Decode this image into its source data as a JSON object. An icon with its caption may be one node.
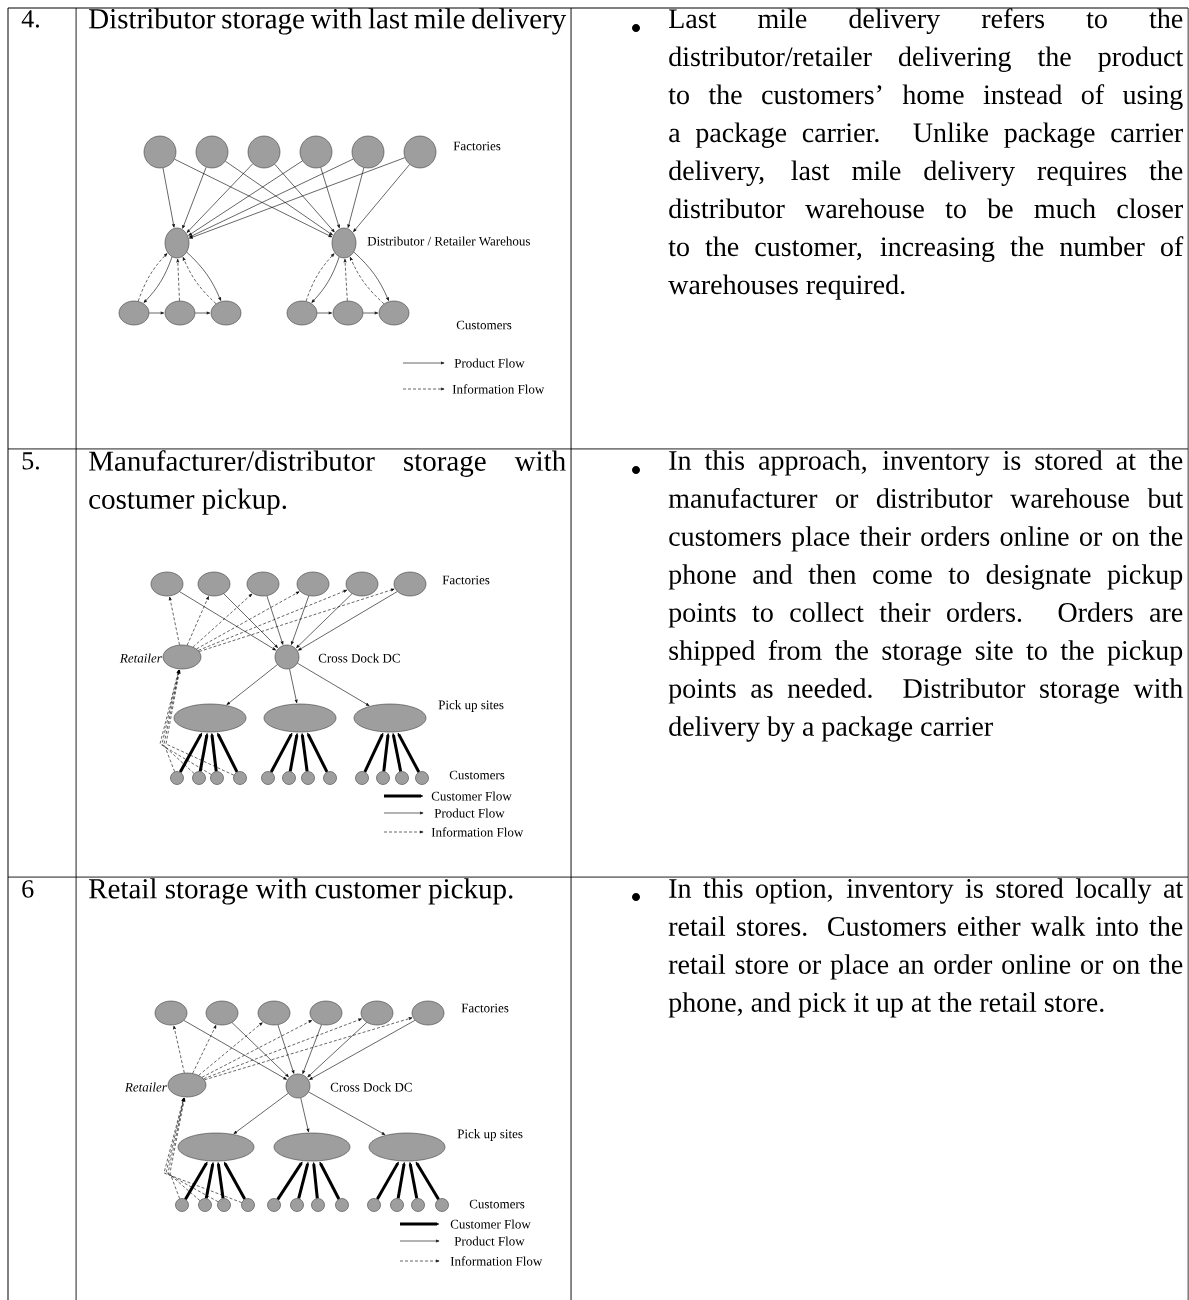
{
  "diagram": {
    "nodes": [
      {
        "text": [],
        "shape": "ellipse"
      },
      {
        "text": [],
        "shape": "ellipse"
      },
      {
        "text": [],
        "shape": "ellipse"
      },
      {
        "text": [],
        "shape": "ellipse"
      },
      {
        "text": [],
        "shape": "ellipse"
      },
      {
        "text": [],
        "shape": "ellipse"
      },
      {
        "text": [],
        "shape": "ellipse"
      },
      {
        "text": [],
        "shape": "ellipse",
        "beside": [
          "Distributor / Retailer Warehous"
        ]
      },
      {
        "text": [],
        "shape": "ellipse"
      },
      {
        "text": [],
        "shape": "ellipse"
      },
      {
        "text": [],
        "shape": "ellipse"
      },
      {
        "text": [],
        "shape": "ellipse"
      },
      {
        "text": [],
        "shape": "ellipse"
      },
      {
        "text": [],
        "shape": "ellipse"
      },
      {
        "text": [],
        "shape": "ellipse"
      },
      {
        "text": [],
        "shape": "ellipse"
      },
      {
        "text": [],
        "shape": "ellipse"
      },
      {
        "text": [],
        "shape": "ellipse"
      },
      {
        "text": [],
        "shape": "ellipse"
      },
      {
        "text": [],
        "shape": "ellipse"
      },
      {
        "text": [],
        "shape": "ellipse",
        "beside": [
          "Retailer"
        ]
      },
      {
        "text": [],
        "shape": "circle",
        "beside": [
          "Cross Dock DC"
        ]
      },
      {
        "text": [],
        "shape": "ellipse"
      },
      {
        "text": [],
        "shape": "ellipse"
      },
      {
        "text": [],
        "shape": "ellipse"
      },
      {
        "text": [],
        "shape": "circle"
      },
      {
        "text": [],
        "shape": "circle"
      },
      {
        "text": [],
        "shape": "circle"
      },
      {
        "text": [],
        "shape": "circle"
      },
      {
        "text": [],
        "shape": "circle"
      },
      {
        "text": [],
        "shape": "circle"
      },
      {
        "text": [],
        "shape": "circle"
      },
      {
        "text": [],
        "shape": "circle"
      },
      {
        "text": [],
        "shape": "circle"
      },
      {
        "text": [],
        "shape": "circle"
      },
      {
        "text": [],
        "shape": "circle"
      },
      {
        "text": [],
        "shape": "circle"
      },
      {
        "text": [],
        "shape": "ellipse"
      },
      {
        "text": [],
        "shape": "ellipse"
      },
      {
        "text": [],
        "shape": "ellipse"
      },
      {
        "text": [],
        "shape": "ellipse"
      },
      {
        "text": [],
        "shape": "ellipse"
      },
      {
        "text": [],
        "shape": "ellipse"
      },
      {
        "text": [],
        "shape": "ellipse",
        "beside": [
          "Retailer"
        ]
      },
      {
        "text": [],
        "shape": "circle",
        "beside": [
          "Cross Dock DC"
        ]
      },
      {
        "text": [],
        "shape": "ellipse"
      },
      {
        "text": [],
        "shape": "ellipse"
      },
      {
        "text": [],
        "shape": "ellipse"
      },
      {
        "text": [],
        "shape": "circle"
      },
      {
        "text": [],
        "shape": "circle"
      },
      {
        "text": [],
        "shape": "circle"
      },
      {
        "text": [],
        "shape": "circle"
      },
      {
        "text": [],
        "shape": "circle"
      },
      {
        "text": [],
        "shape": "circle"
      },
      {
        "text": [],
        "shape": "circle"
      },
      {
        "text": [],
        "shape": "circle"
      },
      {
        "text": [],
        "shape": "circle"
      },
      {
        "text": [],
        "shape": "circle"
      },
      {
        "text": [],
        "shape": "circle"
      },
      {
        "text": [],
        "shape": "circle"
      }
    ],
    "edges": [
      {
        "from": 0,
        "to": 6,
        "arrow": "to"
      },
      {
        "from": 0,
        "to": 7,
        "arrow": "to"
      },
      {
        "from": 1,
        "to": 6,
        "arrow": "to"
      },
      {
        "from": 1,
        "to": 7,
        "arrow": "to"
      },
      {
        "from": 2,
        "to": 6,
        "arrow": "to"
      },
      {
        "from": 2,
        "to": 7,
        "arrow": "to"
      },
      {
        "from": 3,
        "to": 6,
        "arrow": "to"
      },
      {
        "from": 3,
        "to": 7,
        "arrow": "to"
      },
      {
        "from": 4,
        "to": 6,
        "arrow": "to"
      },
      {
        "from": 4,
        "to": 7,
        "arrow": "to"
      },
      {
        "from": 5,
        "to": 6,
        "arrow": "to"
      },
      {
        "from": 5,
        "to": 7,
        "arrow": "to"
      },
      {
        "from": 6,
        "to": 8,
        "arrow": "to"
      },
      {
        "from": 8,
        "to": 6,
        "arrow": "to",
        "style": "dashed"
      },
      {
        "from": 9,
        "to": 6,
        "arrow": "to",
        "style": "dashed"
      },
      {
        "from": 10,
        "to": 6,
        "arrow": "to",
        "style": "dashed"
      },
      {
        "from": 6,
        "to": 10,
        "arrow": "to"
      },
      {
        "from": 8,
        "to": 9,
        "arrow": "to"
      },
      {
        "from": 9,
        "to": 10,
        "arrow": "to"
      },
      {
        "from": 7,
        "to": 11,
        "arrow": "to"
      },
      {
        "from": 11,
        "to": 7,
        "arrow": "to",
        "style": "dashed"
      },
      {
        "from": 12,
        "to": 7,
        "arrow": "to",
        "style": "dashed"
      },
      {
        "from": 13,
        "to": 7,
        "arrow": "to",
        "style": "dashed"
      },
      {
        "from": 7,
        "to": 13,
        "arrow": "to"
      },
      {
        "from": 11,
        "to": 12,
        "arrow": "to"
      },
      {
        "from": 12,
        "to": 13,
        "arrow": "to"
      },
      {
        "from": 20,
        "to": 14,
        "arrow": "to",
        "style": "dashed"
      },
      {
        "from": 20,
        "to": 15,
        "arrow": "to",
        "style": "dashed"
      },
      {
        "from": 20,
        "to": 16,
        "arrow": "to",
        "style": "dashed"
      },
      {
        "from": 20,
        "to": 17,
        "arrow": "to",
        "style": "dashed"
      },
      {
        "from": 20,
        "to": 18,
        "arrow": "to",
        "style": "dashed"
      },
      {
        "from": 20,
        "to": 19,
        "arrow": "to",
        "style": "dashed"
      },
      {
        "from": 14,
        "to": 21,
        "arrow": "to"
      },
      {
        "from": 15,
        "to": 21,
        "arrow": "to"
      },
      {
        "from": 16,
        "to": 21,
        "arrow": "to"
      },
      {
        "from": 17,
        "to": 21,
        "arrow": "to"
      },
      {
        "from": 18,
        "to": 21,
        "arrow": "to"
      },
      {
        "from": 19,
        "to": 21,
        "arrow": "to"
      },
      {
        "from": 21,
        "to": 22,
        "arrow": "to"
      },
      {
        "from": 21,
        "to": 23,
        "arrow": "to"
      },
      {
        "from": 21,
        "to": 24,
        "arrow": "to"
      },
      {
        "from": 25,
        "to": 22,
        "arrow": "to",
        "style": "thick"
      },
      {
        "from": 26,
        "to": 22,
        "arrow": "to",
        "style": "thick"
      },
      {
        "from": 27,
        "to": 22,
        "arrow": "to",
        "style": "thick"
      },
      {
        "from": 28,
        "to": 22,
        "arrow": "to",
        "style": "thick"
      },
      {
        "from": 29,
        "to": 23,
        "arrow": "to",
        "style": "thick"
      },
      {
        "from": 30,
        "to": 23,
        "arrow": "to",
        "style": "thick"
      },
      {
        "from": 31,
        "to": 23,
        "arrow": "to",
        "style": "thick"
      },
      {
        "from": 32,
        "to": 23,
        "arrow": "to",
        "style": "thick"
      },
      {
        "from": 33,
        "to": 24,
        "arrow": "to",
        "style": "thick"
      },
      {
        "from": 34,
        "to": 24,
        "arrow": "to",
        "style": "thick"
      },
      {
        "from": 35,
        "to": 24,
        "arrow": "to",
        "style": "thick"
      },
      {
        "from": 36,
        "to": 24,
        "arrow": "to",
        "style": "thick"
      },
      {
        "from": 25,
        "to": 20,
        "arrow": "to",
        "style": "dashed"
      },
      {
        "from": 26,
        "to": 20,
        "arrow": "to",
        "style": "dashed"
      },
      {
        "from": 27,
        "to": 20,
        "arrow": "to",
        "style": "dashed"
      },
      {
        "from": 28,
        "to": 20,
        "arrow": "to",
        "style": "dashed"
      },
      {
        "from": 43,
        "to": 37,
        "arrow": "to",
        "style": "dashed"
      },
      {
        "from": 43,
        "to": 38,
        "arrow": "to",
        "style": "dashed"
      },
      {
        "from": 43,
        "to": 39,
        "arrow": "to",
        "style": "dashed"
      },
      {
        "from": 43,
        "to": 40,
        "arrow": "to",
        "style": "dashed"
      },
      {
        "from": 43,
        "to": 41,
        "arrow": "to",
        "style": "dashed"
      },
      {
        "from": 43,
        "to": 42,
        "arrow": "to",
        "style": "dashed"
      },
      {
        "from": 37,
        "to": 44,
        "arrow": "to"
      },
      {
        "from": 38,
        "to": 44,
        "arrow": "to"
      },
      {
        "from": 39,
        "to": 44,
        "arrow": "to"
      },
      {
        "from": 40,
        "to": 44,
        "arrow": "to"
      },
      {
        "from": 41,
        "to": 44,
        "arrow": "to"
      },
      {
        "from": 42,
        "to": 44,
        "arrow": "to"
      },
      {
        "from": 44,
        "to": 45,
        "arrow": "to"
      },
      {
        "from": 44,
        "to": 46,
        "arrow": "to"
      },
      {
        "from": 44,
        "to": 47,
        "arrow": "to"
      },
      {
        "from": 48,
        "to": 45,
        "arrow": "to",
        "style": "thick"
      },
      {
        "from": 49,
        "to": 45,
        "arrow": "to",
        "style": "thick"
      },
      {
        "from": 50,
        "to": 45,
        "arrow": "to",
        "style": "thick"
      },
      {
        "from": 51,
        "to": 45,
        "arrow": "to",
        "style": "thick"
      },
      {
        "from": 52,
        "to": 46,
        "arrow": "to",
        "style": "thick"
      },
      {
        "from": 53,
        "to": 46,
        "arrow": "to",
        "style": "thick"
      },
      {
        "from": 54,
        "to": 46,
        "arrow": "to",
        "style": "thick"
      },
      {
        "from": 55,
        "to": 46,
        "arrow": "to",
        "style": "thick"
      },
      {
        "from": 56,
        "to": 47,
        "arrow": "to",
        "style": "thick"
      },
      {
        "from": 57,
        "to": 47,
        "arrow": "to",
        "style": "thick"
      },
      {
        "from": 58,
        "to": 47,
        "arrow": "to",
        "style": "thick"
      },
      {
        "from": 59,
        "to": 47,
        "arrow": "to",
        "style": "thick"
      },
      {
        "from": 48,
        "to": 43,
        "arrow": "to",
        "style": "dashed"
      },
      {
        "from": 49,
        "to": 43,
        "arrow": "to",
        "style": "dashed"
      },
      {
        "from": 50,
        "to": 43,
        "arrow": "to",
        "style": "dashed"
      },
      {
        "from": 51,
        "to": 43,
        "arrow": "to",
        "style": "dashed"
      }
    ],
    "labels": [
      "4.",
      "Distributor storage with last mile delivery",
      "Factories",
      "Customers",
      "Last mile delivery refers to the distributor/retailer delivering the product to the customers’ home instead of using a package carrier. Unlike package carrier delivery, last mile delivery requires the distributor warehouse to be much closer to the customer, increasing the number of warehouses required.",
      "5.",
      "Manufacturer/distributor storage with costumer pickup.",
      "Factories",
      "Pick up sites",
      "Customers",
      "In this approach, inventory is stored at the manufacturer or distributor warehouse but customers place their orders online or on the phone and then come to designate pickup points to collect their orders. Orders are shipped from the storage site to the pickup points as needed. Distributor storage with delivery by a package carrier",
      "6",
      "Retail storage with customer pickup.",
      "Factories",
      "Pick up sites",
      "Customers",
      "In this option, inventory is stored locally at retail stores. Customers either walk into the retail store or place an order online or on the phone, and pick it up at the retail store."
    ],
    "legend": [
      {
        "text": "Product Flow"
      },
      {
        "text": "Information Flow"
      },
      {
        "text": "Customer Flow"
      },
      {
        "text": "Product Flow"
      },
      {
        "text": "Information Flow"
      },
      {
        "text": "Customer Flow"
      },
      {
        "text": "Product Flow"
      },
      {
        "text": "Information Flow"
      }
    ]
  }
}
